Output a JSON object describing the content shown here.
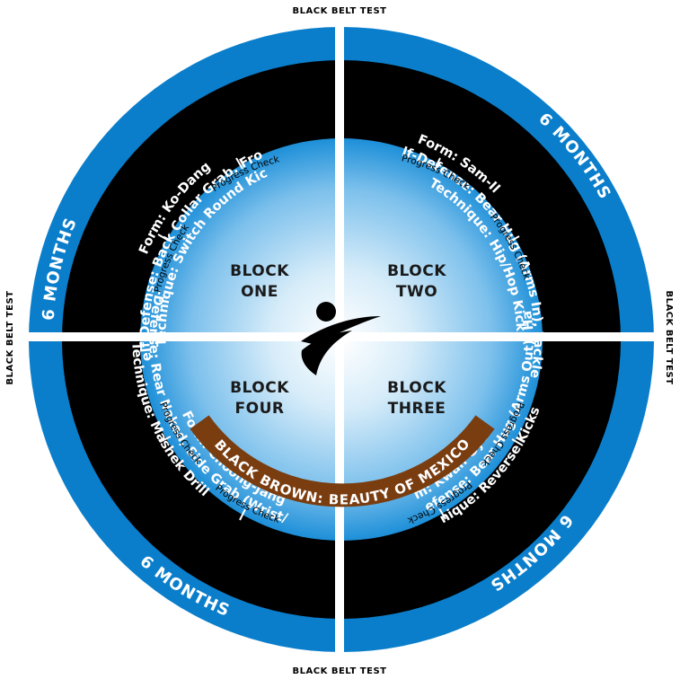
{
  "colors": {
    "outer_ring": "#0a7ecb",
    "inner_ring": "#000000",
    "divider": "#ffffff",
    "center_light": "#ffffff",
    "center_dark": "#1d8fd8",
    "band": "#7a3d10"
  },
  "outer_label": "BLACK BELT TEST",
  "duration_label": "6 MONTHS",
  "progress_label": "Progress Check",
  "band_label": "BLACK BROWN: BEAUTY OF MEXICO",
  "logo": "kicking-figure-icon",
  "blocks": [
    {
      "title_line1": "BLOCK",
      "title_line2": "ONE",
      "form": "Form: Ko-Dang",
      "self_defense": "Self-Defense: Back Collar Grab, Front Choke",
      "technique": "Technique: Switch Round Kicks"
    },
    {
      "title_line1": "BLOCK",
      "title_line2": "TWO",
      "form": "Form: Sam-Il",
      "self_defense": "Self-Defense: Bear Hug (Arms In), Tackle",
      "technique": "Technique: Hip/Hop Kicks"
    },
    {
      "title_line1": "BLOCK",
      "title_line2": "THREE",
      "form": "Form: Kwan-Gye",
      "self_defense": "Self-Defense: Bear Hug (Arms Out); Haymaker",
      "technique": "Technique: Reverse Kicks"
    },
    {
      "title_line1": "BLOCK",
      "title_line2": "FOUR",
      "form": "Form: Choong-Jang",
      "self_defense": "Self-Defense: Rear Naked, Side Grab (Wrist/Hair)",
      "technique": "Technique: Mashek Drill"
    }
  ]
}
